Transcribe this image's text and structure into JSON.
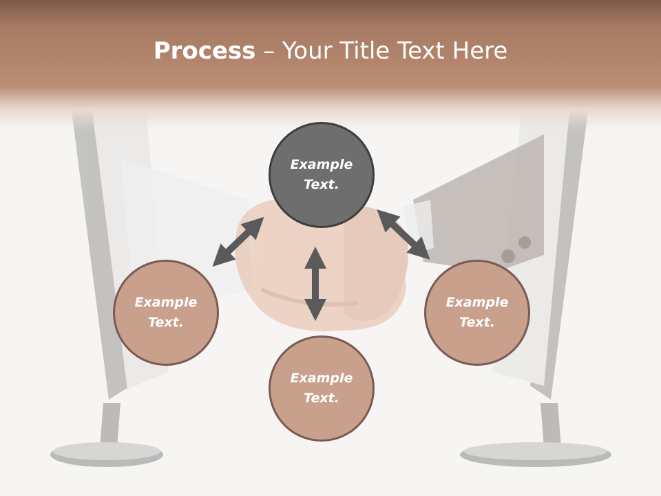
{
  "slide": {
    "title_bold": "Process",
    "title_rest": " – Your Title Text Here"
  },
  "nodes": {
    "top": {
      "label": "Example Text."
    },
    "left": {
      "label": "Example Text."
    },
    "right": {
      "label": "Example Text."
    },
    "bottom": {
      "label": "Example Text."
    }
  },
  "colors": {
    "header": "#b4866e",
    "node_dark": "#6e6e6e",
    "node_light": "#c9a08c",
    "arrow": "#5a5a5a"
  }
}
